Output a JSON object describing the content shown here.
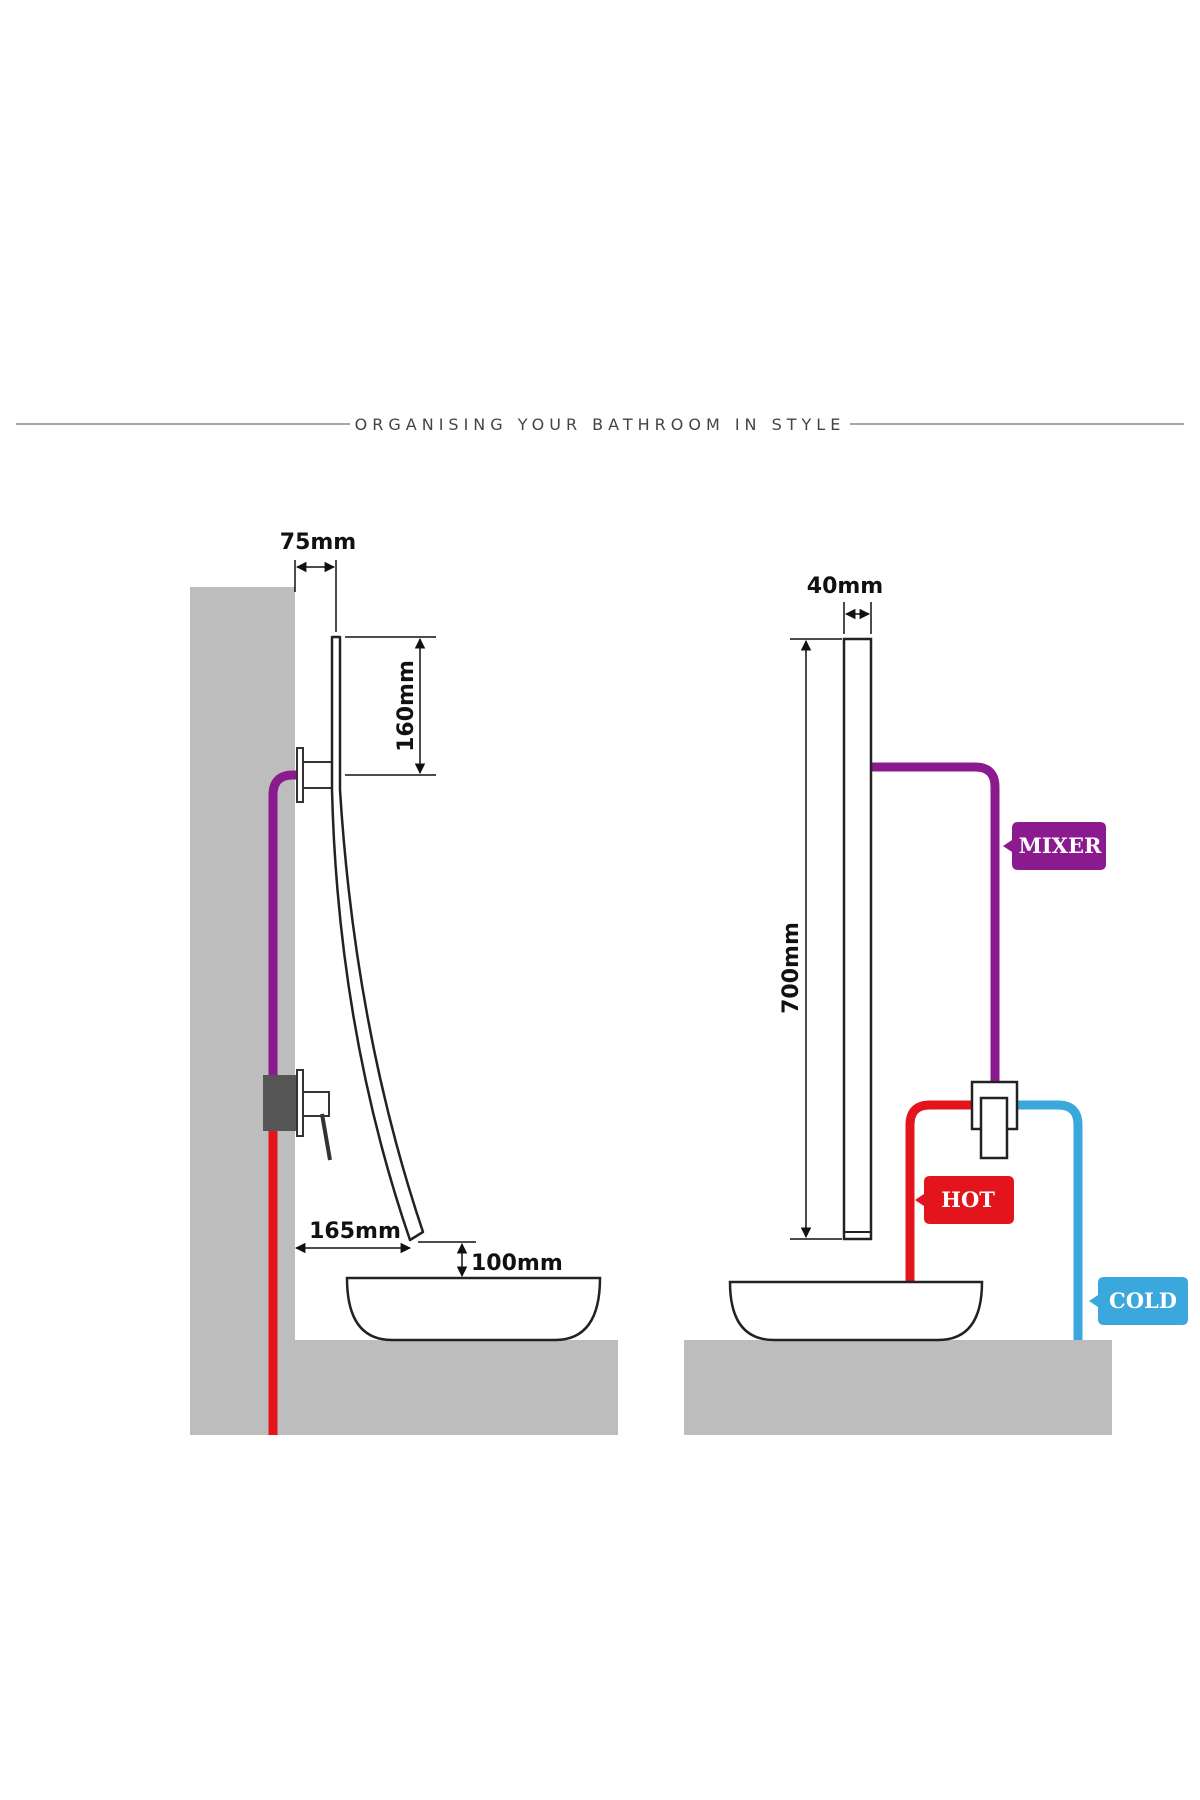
{
  "tagline": "ORGANISING YOUR BATHROOM IN STYLE",
  "side_view": {
    "dimensions": {
      "wall_offset": "75mm",
      "outlet_height": "160mm",
      "spout_reach": "165mm",
      "basin_clearance": "100mm"
    }
  },
  "front_view": {
    "dimensions": {
      "panel_thickness": "40mm",
      "panel_height": "700mm"
    },
    "labels": {
      "mixer": "MIXER",
      "hot": "HOT",
      "cold": "COLD"
    }
  },
  "colors": {
    "mixer_pipe": "#8b1a8f",
    "hot_pipe": "#e3141b",
    "cold_pipe": "#3aa7dd",
    "wall_counter": "#bdbdbd",
    "valve": "#555555"
  }
}
